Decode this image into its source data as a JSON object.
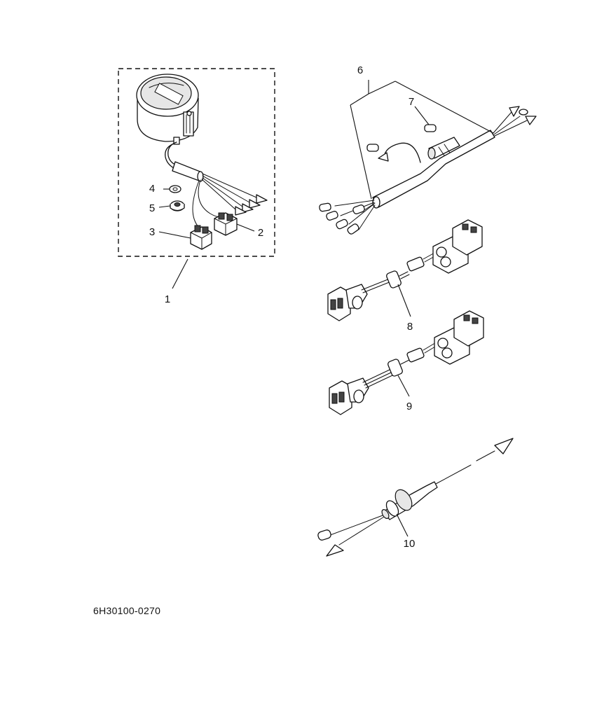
{
  "callouts": {
    "p1": "1",
    "p2": "2",
    "p3": "3",
    "p4": "4",
    "p5": "5",
    "p6": "6",
    "p7": "7",
    "p8": "8",
    "p9": "9",
    "p10": "10"
  },
  "drawing_code": "6H30100-0270"
}
